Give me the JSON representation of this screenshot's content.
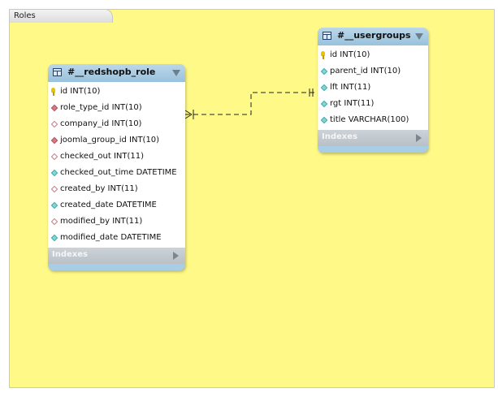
{
  "layer": {
    "name": "Roles"
  },
  "colors": {
    "canvas": "#fff987",
    "entity_header": "#a9cde4",
    "indexes_bar": "#c1c7cc"
  },
  "tables": [
    {
      "name": "#__redshopb_role",
      "columns": [
        {
          "text": "id INT(10)",
          "icon": "primary-key-icon"
        },
        {
          "text": "role_type_id INT(10)",
          "icon": "foreign-key-diamond-icon"
        },
        {
          "text": "company_id INT(10)",
          "icon": "nullable-column-diamond-icon"
        },
        {
          "text": "joomla_group_id INT(10)",
          "icon": "foreign-key-diamond-icon"
        },
        {
          "text": "checked_out INT(11)",
          "icon": "nullable-column-diamond-icon"
        },
        {
          "text": "checked_out_time DATETIME",
          "icon": "column-diamond-icon"
        },
        {
          "text": "created_by INT(11)",
          "icon": "nullable-column-diamond-icon"
        },
        {
          "text": "created_date DATETIME",
          "icon": "column-diamond-icon"
        },
        {
          "text": "modified_by INT(11)",
          "icon": "nullable-column-diamond-icon"
        },
        {
          "text": "modified_date DATETIME",
          "icon": "column-diamond-icon"
        }
      ],
      "indexes_label": "Indexes"
    },
    {
      "name": "#__usergroups",
      "columns": [
        {
          "text": "id INT(10)",
          "icon": "primary-key-icon"
        },
        {
          "text": "parent_id INT(10)",
          "icon": "column-diamond-icon"
        },
        {
          "text": "lft INT(11)",
          "icon": "column-diamond-icon"
        },
        {
          "text": "rgt INT(11)",
          "icon": "column-diamond-icon"
        },
        {
          "text": "title VARCHAR(100)",
          "icon": "column-diamond-icon"
        }
      ],
      "indexes_label": "Indexes"
    }
  ]
}
